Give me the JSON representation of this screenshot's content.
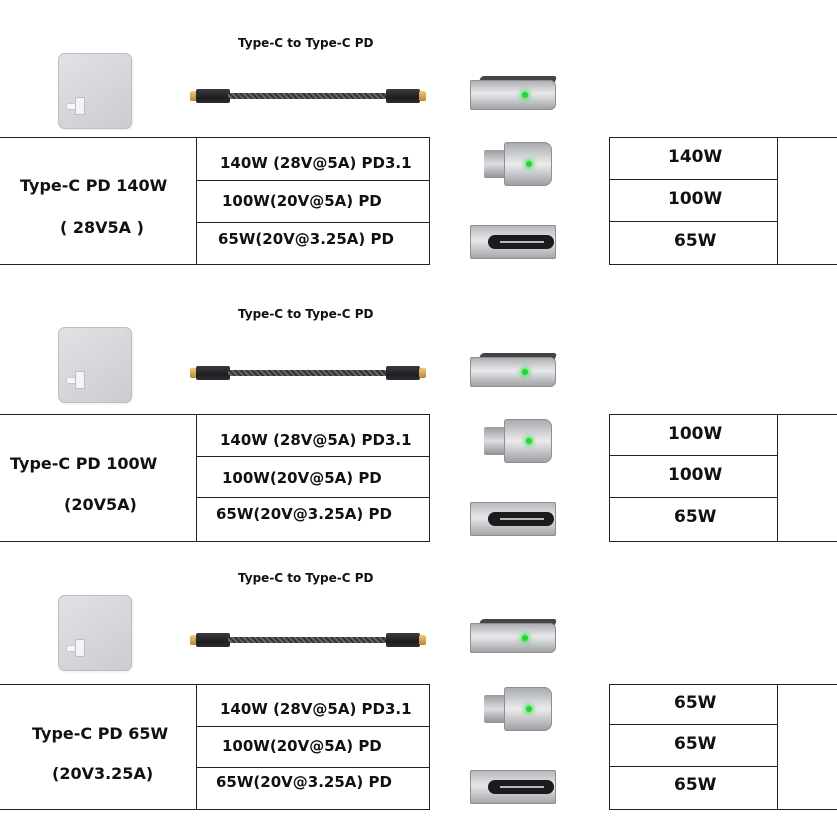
{
  "sections": [
    {
      "cable_label": "Type-C to Type-C PD",
      "charger_name": "Type-C PD  140W",
      "charger_rating": "( 28V5A )",
      "specs": [
        "140W (28V@5A) PD3.1",
        "100W(20V@5A) PD",
        "65W(20V@3.25A) PD"
      ],
      "outputs": [
        "140W",
        "100W",
        "65W"
      ]
    },
    {
      "cable_label": "Type-C to Type-C PD",
      "charger_name": "Type-C PD  100W",
      "charger_rating": "(20V5A)",
      "specs": [
        "140W (28V@5A) PD3.1",
        "100W(20V@5A) PD",
        "65W(20V@3.25A) PD"
      ],
      "outputs": [
        "100W",
        "100W",
        "65W"
      ]
    },
    {
      "cable_label": "Type-C to Type-C PD",
      "charger_name": "Type-C PD  65W",
      "charger_rating": "(20V3.25A)",
      "specs": [
        "140W (28V@5A) PD3.1",
        "100W(20V@5A) PD",
        "65W(20V@3.25A) PD"
      ],
      "outputs": [
        "65W",
        "65W",
        "65W"
      ]
    }
  ],
  "icons": {
    "charger": "usb-c-charger-icon",
    "cable": "usb-c-cable-icon",
    "magsafe_top": "magsafe-connector-icon",
    "magsafe_side": "magsafe-plug-icon",
    "usbc_port": "usb-c-port-icon"
  },
  "colors": {
    "led": "#22d733",
    "lines": "#222222",
    "background": "#ffffff"
  }
}
